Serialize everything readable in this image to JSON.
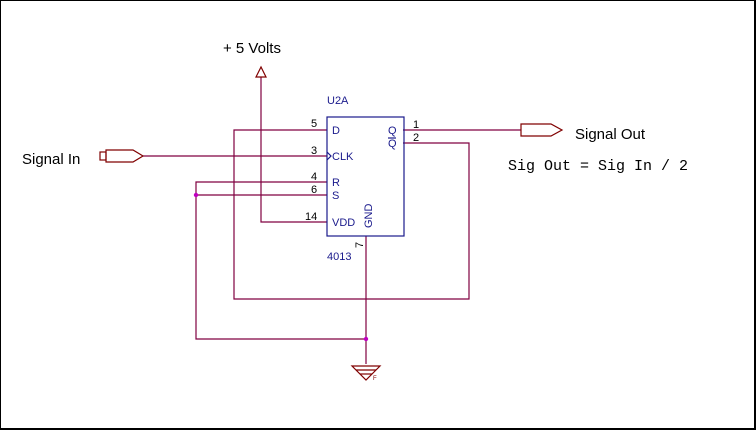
{
  "labels": {
    "power": "+ 5 Volts",
    "signal_in": "Signal In",
    "signal_out": "Signal Out",
    "equation": "Sig Out = Sig In / 2",
    "ref_des": "U2A",
    "part_number": "4013",
    "ground_tag": "F"
  },
  "pins": {
    "d": {
      "num": "5",
      "label": "D"
    },
    "clk": {
      "num": "3",
      "label": "CLK"
    },
    "r": {
      "num": "4",
      "label": "R"
    },
    "s": {
      "num": "6",
      "label": "S"
    },
    "vdd": {
      "num": "14",
      "label": "VDD"
    },
    "q": {
      "num": "1",
      "label": "Q"
    },
    "qbar": {
      "num": "2",
      "label": "Q"
    },
    "gnd": {
      "num": "7",
      "label": "GND"
    }
  },
  "colors": {
    "wire": "#800040",
    "part": "#1a1a8c",
    "junction": "#c000c0",
    "port": "#800000"
  }
}
